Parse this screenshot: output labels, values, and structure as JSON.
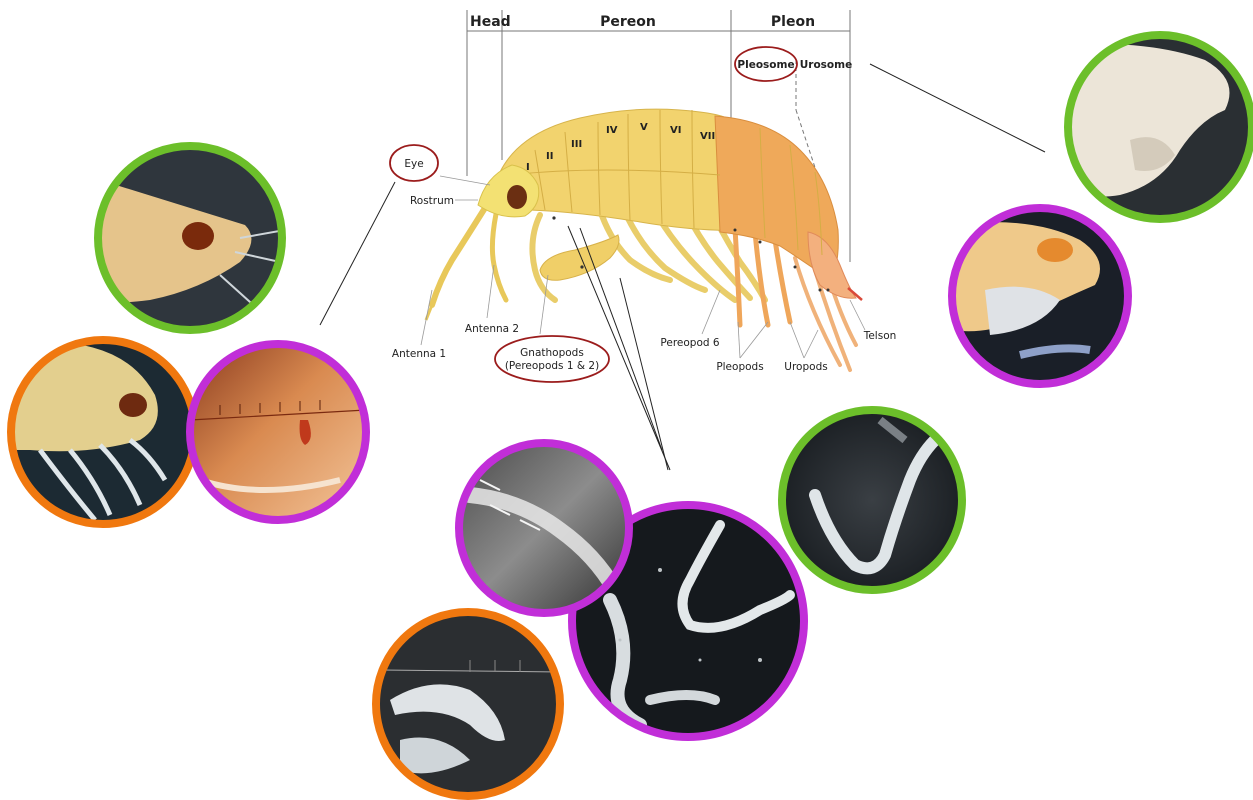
{
  "sections": {
    "head": "Head",
    "pereon": "Pereon",
    "pleon": "Pleon",
    "pleosome": "Pleosome",
    "urosome": "Urosome"
  },
  "segments": [
    "I",
    "II",
    "III",
    "IV",
    "V",
    "VI",
    "VII"
  ],
  "labels": {
    "eye": "Eye",
    "rostrum": "Rostrum",
    "antenna1": "Antenna 1",
    "antenna2": "Antenna 2",
    "gnathopods_line1": "Gnathopods",
    "gnathopods_line2": "(Pereopods 1 & 2)",
    "pereopod6": "Pereopod 6",
    "pleopods": "Pleopods",
    "uropods": "Uropods",
    "telson": "Telson"
  },
  "colors": {
    "highlight_ring": "#9b1c1c",
    "frame_green": "#6cbf2a",
    "frame_orange": "#f0780f",
    "frame_purple": "#c12ed8",
    "body_yellow": "#f2d36e",
    "pleon_orange": "#efa95a",
    "head_yellow": "#f3e173",
    "eye_brown": "#6b2f12"
  },
  "photos": [
    {
      "id": "head-photo-1",
      "frame": "green",
      "subject": "head-eye"
    },
    {
      "id": "head-photo-2",
      "frame": "orange",
      "subject": "head-eye"
    },
    {
      "id": "head-photo-3",
      "frame": "purple",
      "subject": "head-eye"
    },
    {
      "id": "pleosome-photo-1",
      "frame": "green",
      "subject": "pleosome"
    },
    {
      "id": "pleosome-photo-2",
      "frame": "purple",
      "subject": "pleosome"
    },
    {
      "id": "gnathopod-photo-1",
      "frame": "purple",
      "subject": "gnathopod"
    },
    {
      "id": "gnathopod-photo-2",
      "frame": "purple",
      "subject": "gnathopod"
    },
    {
      "id": "gnathopod-photo-3",
      "frame": "green",
      "subject": "gnathopod"
    },
    {
      "id": "gnathopod-photo-4",
      "frame": "orange",
      "subject": "gnathopod"
    }
  ]
}
